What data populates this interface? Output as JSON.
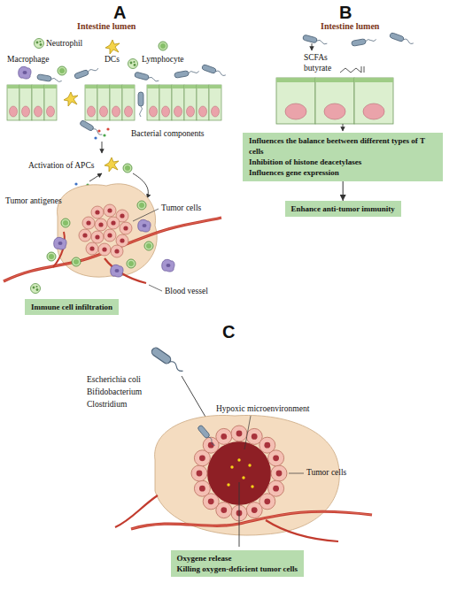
{
  "diagram": {
    "nodes": [
      {
        "text": [
          "Immune cell infiltration"
        ]
      },
      {
        "text": [
          "Influences the balance beetween different types of T cells",
          "Inhibition of histone deacetylases",
          "Influences gene expression"
        ]
      },
      {
        "text": [
          "Enhance anti-tumor immunity"
        ]
      },
      {
        "text": [
          "Oxygene release",
          "Killing oxygen-deficient tumor cells"
        ]
      }
    ],
    "edges": [
      {
        "from": 1,
        "to": 2,
        "arrow": "to"
      }
    ],
    "labels": [
      "A",
      "Intestine lumen",
      "Neutrophil",
      "Macrophage",
      "DCs",
      "Lymphocyte",
      "Bacterial components",
      "Activation of APCs",
      "Tumor antigenes",
      "Tumor cells",
      "Blood vessel",
      "B",
      "Intestine lumen",
      "SCFAs",
      "butyrate",
      "C",
      "Escherichia coli",
      "Bifidobacterium",
      "Clostridium",
      "Hypoxic microenvironment",
      "Tumor cells"
    ]
  }
}
